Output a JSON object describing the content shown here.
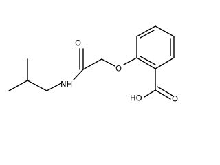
{
  "structure": {
    "atoms": {
      "oxygen_ether": "O",
      "oxygen_carbonyl_amide": "O",
      "nitrogen_amide": "NH",
      "oxygen_carbonyl_acid": "O",
      "hydroxyl": "HO"
    }
  }
}
